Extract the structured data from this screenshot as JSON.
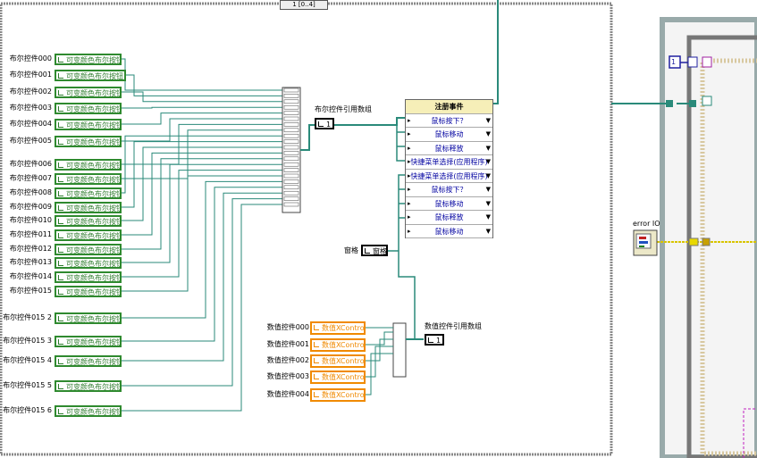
{
  "case_selector": "1 [0..4]",
  "bool_controls": [
    {
      "label": "布尔控件000",
      "term": "可变颜色布尔按钮"
    },
    {
      "label": "布尔控件001",
      "term": "可变颜色布尔按钮"
    },
    {
      "label": "布尔控件002",
      "term": "可变颜色布尔按钮"
    },
    {
      "label": "布尔控件003",
      "term": "可变颜色布尔按钮"
    },
    {
      "label": "布尔控件004",
      "term": "可变颜色布尔按钮"
    },
    {
      "label": "布尔控件005",
      "term": "可变颜色布尔按钮"
    },
    {
      "label": "布尔控件006",
      "term": "可变颜色布尔按钮"
    },
    {
      "label": "布尔控件007",
      "term": "可变颜色布尔按钮"
    },
    {
      "label": "布尔控件008",
      "term": "可变颜色布尔按钮"
    },
    {
      "label": "布尔控件009",
      "term": "可变颜色布尔按钮"
    },
    {
      "label": "布尔控件010",
      "term": "可变颜色布尔按钮"
    },
    {
      "label": "布尔控件011",
      "term": "可变颜色布尔按钮"
    },
    {
      "label": "布尔控件012",
      "term": "可变颜色布尔按钮"
    },
    {
      "label": "布尔控件013",
      "term": "可变颜色布尔按钮"
    },
    {
      "label": "布尔控件014",
      "term": "可变颜色布尔按钮"
    },
    {
      "label": "布尔控件015",
      "term": "可变颜色布尔按钮"
    },
    {
      "label": "布尔控件015 2",
      "term": "可变颜色布尔按钮"
    },
    {
      "label": "布尔控件015 3",
      "term": "可变颜色布尔按钮"
    },
    {
      "label": "布尔控件015 4",
      "term": "可变颜色布尔按钮"
    },
    {
      "label": "布尔控件015 5",
      "term": "可变颜色布尔按钮"
    },
    {
      "label": "布尔控件015 6",
      "term": "可变颜色布尔按钮"
    }
  ],
  "bool_array_label": "布尔控件引用数组",
  "bool_array_term": "1",
  "event_node": {
    "title": "注册事件",
    "rows": [
      "鼠标按下？",
      "鼠标移动",
      "鼠标释放",
      "快捷菜单选择(应用程序)",
      "快捷菜单选择(应用程序)",
      "鼠标按下？",
      "鼠标移动",
      "鼠标释放",
      "鼠标移动"
    ]
  },
  "window_label": "窗格",
  "window_term": "窗格",
  "num_controls": [
    {
      "label": "数值控件000",
      "term": "数值XControl"
    },
    {
      "label": "数值控件001",
      "term": "数值XControl"
    },
    {
      "label": "数值控件002",
      "term": "数值XControl"
    },
    {
      "label": "数值控件003",
      "term": "数值XControl"
    },
    {
      "label": "数值控件004",
      "term": "数值XControl"
    }
  ],
  "num_array_label": "数值控件引用数组",
  "num_array_term": "1",
  "error_io_label": "error IO",
  "loop_index_term": "1"
}
